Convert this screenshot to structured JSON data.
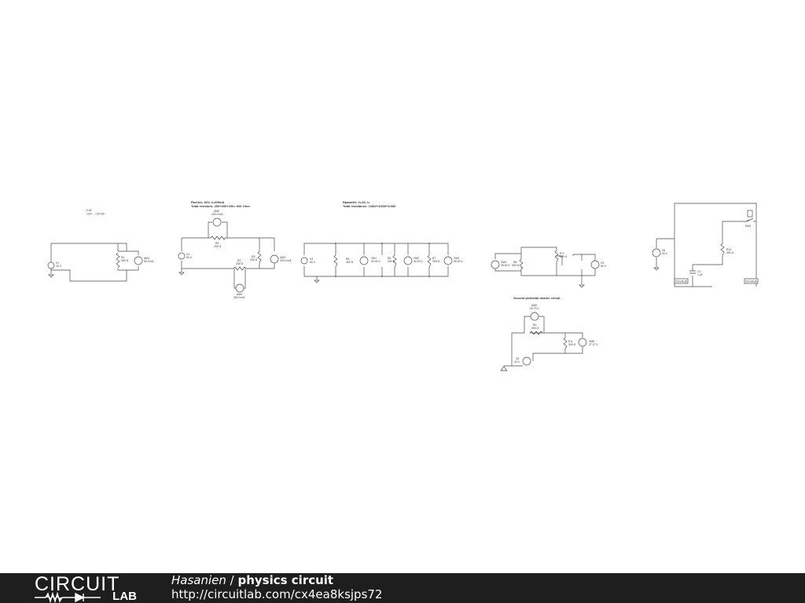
{
  "circuit1": {
    "note_lines": [
      "I=40",
      "120+…=3+100"
    ],
    "V1": {
      "name": "V1",
      "value": "15 V"
    },
    "R1": {
      "name": "R1",
      "value": "300 Ω"
    },
    "AM1": {
      "name": "AM1",
      "value": "50.0 mA"
    }
  },
  "circuit2": {
    "note_lines": [
      "Rseries: 60V, I=200mA",
      "Total resistors: 200+200+200= 600 Ohm"
    ],
    "V2": {
      "name": "V2",
      "value": "60 V"
    },
    "AM2": {
      "name": "AM2",
      "value": "200.0 mA"
    },
    "R4": {
      "name": "R4",
      "value": "200 Ω"
    },
    "R2": {
      "name": "R2",
      "value": "200 Ω"
    },
    "R3": {
      "name": "R3",
      "value": "200 Ω"
    },
    "AM3": {
      "name": "AM3",
      "value": "200.0 mA"
    },
    "AM4": {
      "name": "AM4",
      "value": "200.0 mA"
    }
  },
  "circuit3": {
    "note_lines": [
      "Rparallel: V=40, I=",
      "Total resistance: 1/300+1/300+1/300"
    ],
    "V3": {
      "name": "V3",
      "value": "40 V"
    },
    "R5": {
      "name": "R5",
      "value": "300 Ω"
    },
    "VM1": {
      "name": "VM1",
      "value": "40.00 V"
    },
    "R6": {
      "name": "R6",
      "value": "300 Ω"
    },
    "VM2": {
      "name": "VM2",
      "value": "40.00 V"
    },
    "R7": {
      "name": "R7",
      "value": "300 Ω"
    },
    "VM3": {
      "name": "VM3",
      "value": "40.00 V"
    }
  },
  "circuit4": {
    "VM4": {
      "name": "VM4",
      "value": "25.00 V"
    },
    "R8": {
      "name": "R8",
      "value": "300 Ω"
    },
    "R9": {
      "name": "R 9",
      "value": "300 Ω"
    },
    "V4": {
      "name": "V4",
      "value": "50 V"
    }
  },
  "circuit5": {
    "title": "Second potential divider circuit",
    "AM5": {
      "name": "AM5",
      "value": "16.73 V"
    },
    "R10": {
      "name": "R0",
      "value": "300 Ω"
    },
    "R11": {
      "name": "R 6",
      "value": "300 Ω"
    },
    "VM5": {
      "name": "VM5",
      "value": "27.27 V"
    },
    "V5": {
      "name": "V5",
      "value": "44 V"
    }
  },
  "circuit6": {
    "V6": {
      "name": "V6",
      "value": "25 V"
    },
    "R12": {
      "name": "R11",
      "value": "300 Ω"
    },
    "C1": {
      "name": "C1",
      "value": "1 μF"
    },
    "SW1": {
      "name": "SW1"
    },
    "tag_left": "CircuitLab",
    "tag_right": "CircuitLab"
  },
  "footer": {
    "logo_top": "CIRCUIT",
    "logo_bottom": "LAB",
    "author": "Hasanien",
    "separator": " / ",
    "project": "physics circuit",
    "url": "http://circuitlab.com/cx4ea8ksjps72"
  }
}
